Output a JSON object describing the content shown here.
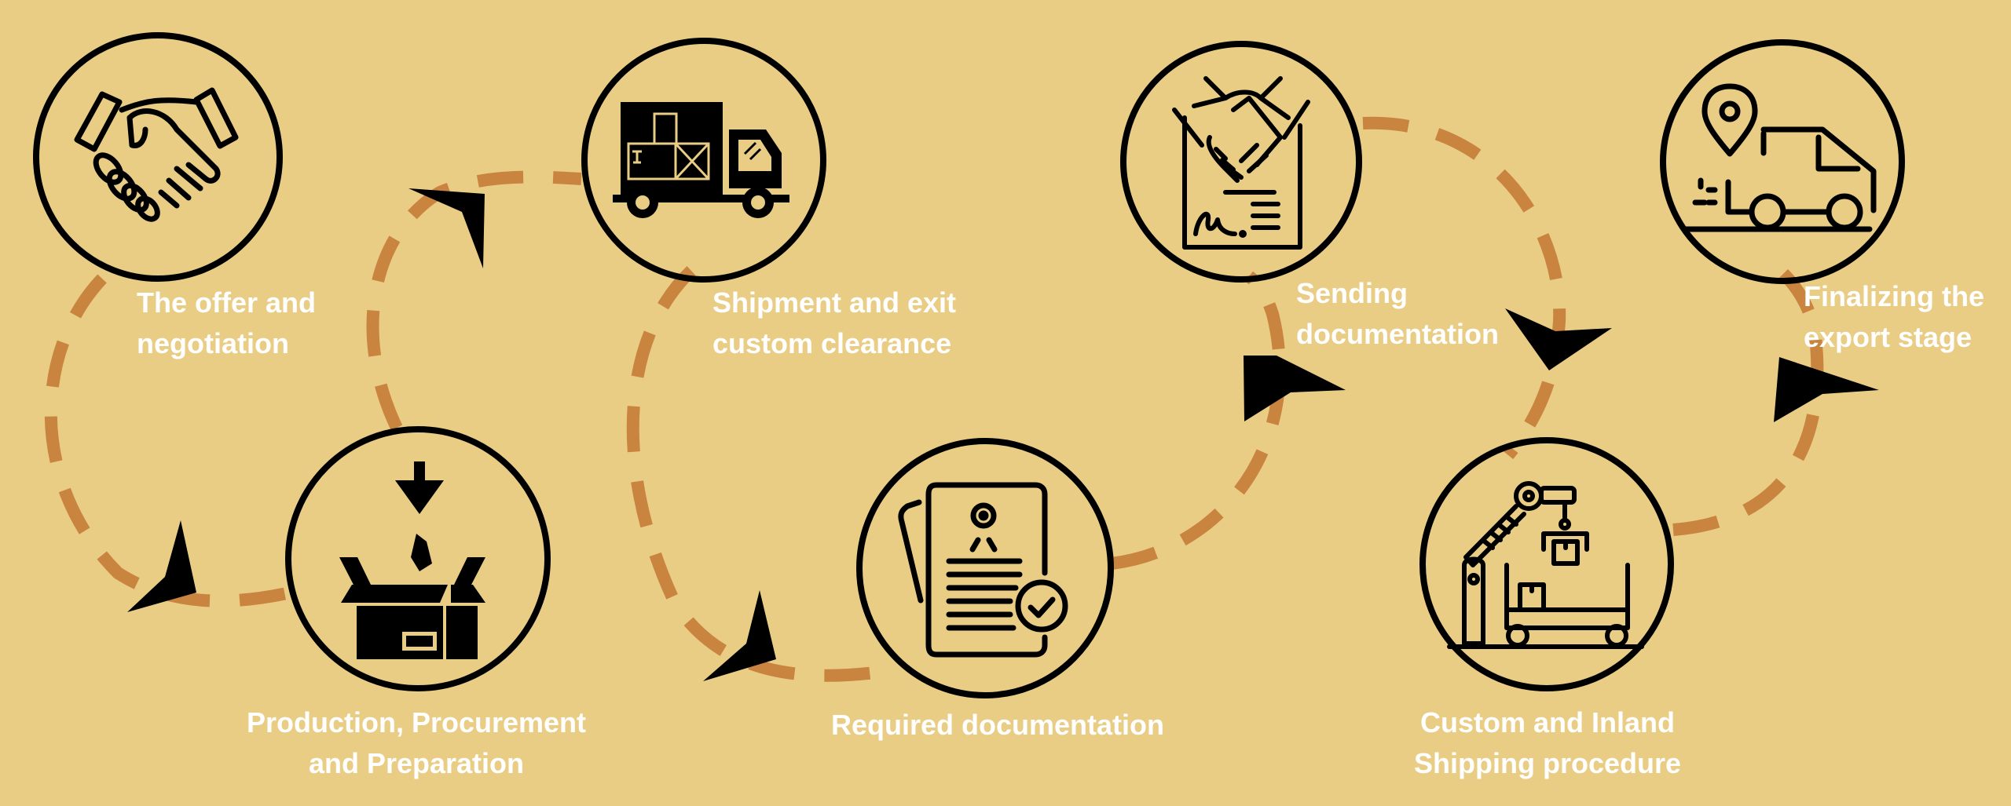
{
  "title": "Export process steps",
  "colors": {
    "background": "#e9cd85",
    "dash": "#c98440",
    "stroke": "#000000",
    "label": "#ffffff"
  },
  "steps": [
    {
      "order": 1,
      "icon": "handshake-icon",
      "lines": [
        "The offer and",
        "negotiation"
      ]
    },
    {
      "order": 2,
      "icon": "box-packing-icon",
      "lines": [
        "Production, Procurement",
        "and Preparation"
      ]
    },
    {
      "order": 3,
      "icon": "delivery-truck-icon",
      "lines": [
        "Shipment and exit",
        "custom clearance"
      ]
    },
    {
      "order": 4,
      "icon": "certificate-document-icon",
      "lines": [
        "Required documentation"
      ]
    },
    {
      "order": 5,
      "icon": "contract-handshake-icon",
      "lines": [
        "Sending",
        "documentation"
      ]
    },
    {
      "order": 6,
      "icon": "robotic-arm-icon",
      "lines": [
        "Custom and Inland",
        "Shipping procedure"
      ]
    },
    {
      "order": 7,
      "icon": "location-truck-icon",
      "lines": [
        "Finalizing the",
        "export stage"
      ]
    }
  ]
}
